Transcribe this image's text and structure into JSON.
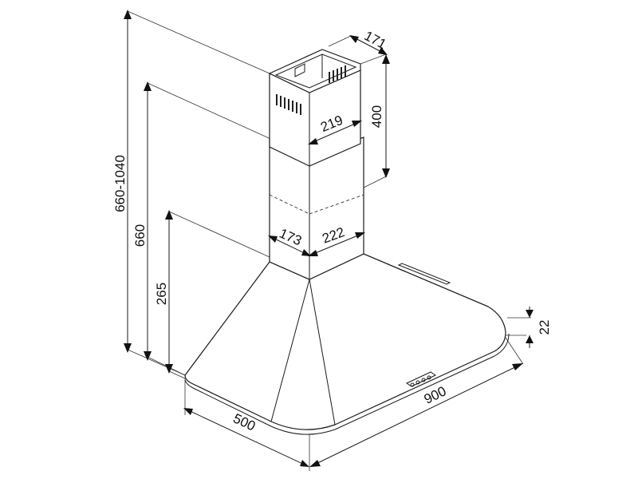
{
  "dimensions": {
    "total_height_range": "660-1040",
    "height_660": "660",
    "height_265": "265",
    "chimney_depth_top": "171",
    "chimney_height_upper": "400",
    "chimney_width_upper": "219",
    "chimney_depth_lower": "173",
    "chimney_width_lower": "222",
    "canopy_thickness": "22",
    "width": "900",
    "depth": "500"
  },
  "colors": {
    "line": "#1a1a1a",
    "background": "#ffffff"
  }
}
